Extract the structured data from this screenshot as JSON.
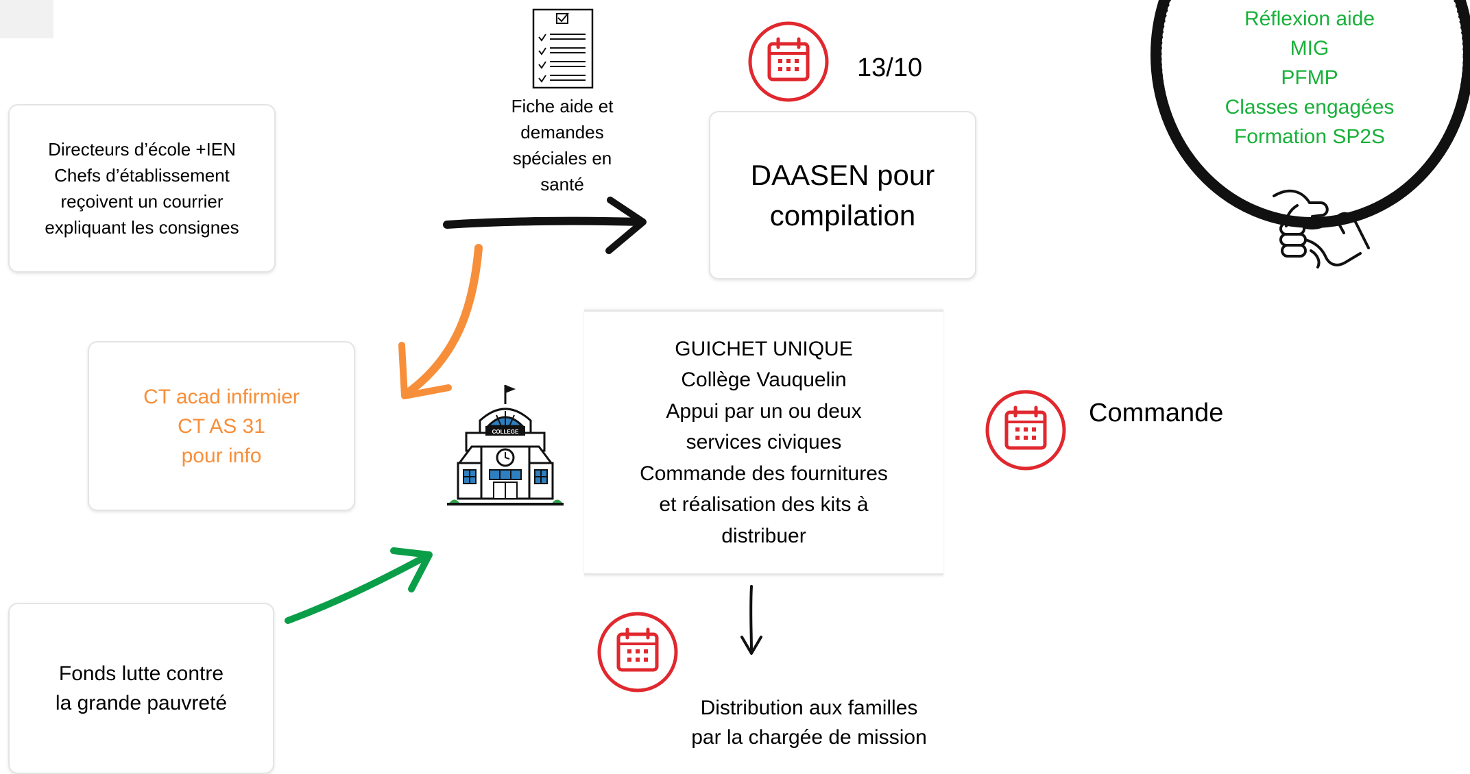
{
  "directors_card": {
    "lines": [
      "Directeurs d’école +IEN",
      "Chefs d’établissement",
      "reçoivent un courrier",
      "expliquant les consignes"
    ]
  },
  "fiche": {
    "icon": "checklist-icon",
    "lines": [
      "Fiche aide et",
      "demandes",
      "spéciales en",
      "santé"
    ]
  },
  "date_label": "13/10",
  "daasen_card": {
    "lines": [
      "DAASEN pour",
      "compilation"
    ]
  },
  "ct_card": {
    "lines": [
      "CT acad infirmier",
      "CT AS 31",
      "pour info"
    ]
  },
  "college_icon": {
    "label": "COLLEGE"
  },
  "guichet": {
    "lines": [
      "GUICHET UNIQUE",
      "Collège Vauquelin",
      "Appui par un ou deux",
      "services civiques",
      "Commande des fournitures",
      "et réalisation des kits à",
      "distribuer"
    ]
  },
  "commande_label": "Commande",
  "fonds_card": {
    "lines": [
      "Fonds lutte contre",
      "la grande pauvreté"
    ]
  },
  "distribution": {
    "lines": [
      "Distribution aux familles",
      "par la chargée de mission"
    ]
  },
  "aide_circle": {
    "lines": [
      "Réflexion aide",
      "MIG",
      "PFMP",
      "Classes engagées",
      "Formation SP2S"
    ],
    "icon": "handshake-icon"
  },
  "colors": {
    "orange": "#f78f3a",
    "green": "#19b13a",
    "arrow_green": "#0b9e49",
    "calendar_red": "#e0282e"
  },
  "icons": {
    "calendar": "calendar-icon",
    "school": "school-building-icon"
  }
}
